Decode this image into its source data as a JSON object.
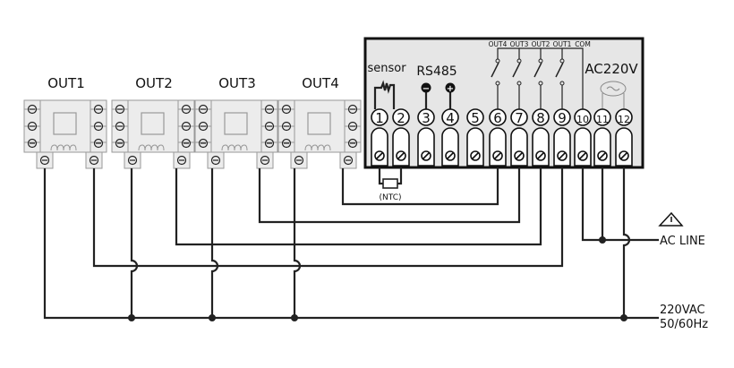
{
  "relays": [
    {
      "label": "OUT1"
    },
    {
      "label": "OUT2"
    },
    {
      "label": "OUT3"
    },
    {
      "label": "OUT4"
    }
  ],
  "controller": {
    "sensor_label": "sensor",
    "rs485_label": "RS485",
    "rs485_minus": "−",
    "rs485_plus": "+",
    "power_label": "AC220V",
    "ntc_label": "(NTC)",
    "switch_labels": [
      "OUT4",
      "OUT3",
      "OUT2",
      "OUT1",
      "COM"
    ],
    "terminals": [
      "1",
      "2",
      "3",
      "4",
      "5",
      "6",
      "7",
      "8",
      "9",
      "10",
      "11",
      "12"
    ]
  },
  "supply": {
    "ac_line_label": "AC LINE",
    "voltage_label": "220VAC",
    "frequency_label": "50/60Hz",
    "warning_icon": "warning-triangle-icon"
  },
  "colors": {
    "line": "#222222",
    "panel": "#e6e6e6",
    "relay": "#ececec"
  }
}
